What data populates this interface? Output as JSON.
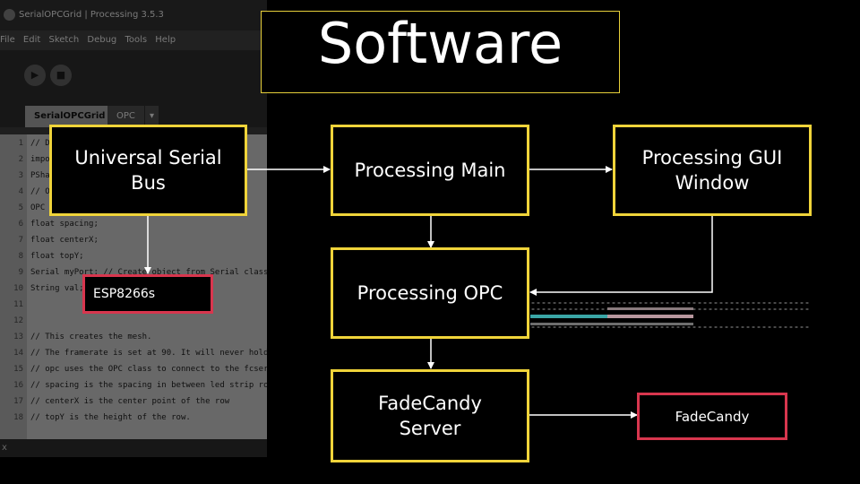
{
  "slide": {
    "title": "Software"
  },
  "ide": {
    "window_title": "SerialOPCGrid | Processing 3.5.3",
    "menu": [
      "File",
      "Edit",
      "Sketch",
      "Debug",
      "Tools",
      "Help"
    ],
    "tabs": [
      "SerialOPCGrid",
      "OPC"
    ],
    "tab_menu_glyph": "▾",
    "run_glyph": "▶",
    "stop_glyph": "■",
    "code_lines": [
      {
        "n": "1",
        "text": "// D                                    nica"
      },
      {
        "n": "2",
        "text": "impo"
      },
      {
        "n": "3",
        "text": "PSha"
      },
      {
        "n": "4",
        "text": "// O"
      },
      {
        "n": "5",
        "text": "OPC"
      },
      {
        "n": "6",
        "text": "float spacing;"
      },
      {
        "n": "7",
        "text": "float centerX;"
      },
      {
        "n": "8",
        "text": "float topY;"
      },
      {
        "n": "9",
        "text": "Serial myPort;  // Create object from Serial class"
      },
      {
        "n": "10",
        "text": "String val;                        he serial p"
      },
      {
        "n": "11",
        "text": ""
      },
      {
        "n": "12",
        "text": ""
      },
      {
        "n": "13",
        "text": "// This creates the mesh."
      },
      {
        "n": "14",
        "text": "// The framerate is set at 90. It will never hold"
      },
      {
        "n": "15",
        "text": "// opc uses the OPC class to connect to the fcserv"
      },
      {
        "n": "16",
        "text": "// spacing is the spacing in between led strip row"
      },
      {
        "n": "17",
        "text": "// centerX is the center point of the row"
      },
      {
        "n": "18",
        "text": "// topY is the height of the row."
      }
    ],
    "status_glyph": "x"
  },
  "diagram": {
    "nodes": {
      "usb": "Universal Serial\nBus",
      "esp": "ESP8266s",
      "main": "Processing Main",
      "gui": "Processing GUI\nWindow",
      "opc": "Processing OPC",
      "server": "FadeCandy\nServer",
      "fadecandy": "FadeCandy"
    },
    "edges": [
      {
        "from": "usb",
        "to": "main"
      },
      {
        "from": "usb",
        "to": "esp"
      },
      {
        "from": "main",
        "to": "gui"
      },
      {
        "from": "main",
        "to": "opc"
      },
      {
        "from": "gui",
        "to": "opc"
      },
      {
        "from": "opc",
        "to": "server"
      },
      {
        "from": "server",
        "to": "fadecandy"
      }
    ],
    "colors": {
      "node_border": "#f0d43a",
      "hardware_border": "#d8364e",
      "arrow": "#ffffff",
      "background": "#000000",
      "strip_teal": "#3aa6a6",
      "strip_pink": "#b8979e"
    }
  }
}
